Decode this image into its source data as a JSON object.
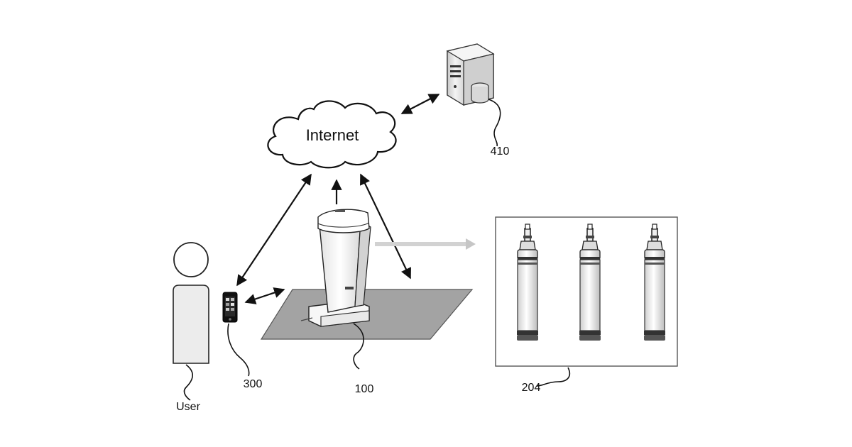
{
  "labels": {
    "cloud": "Internet",
    "server_ref": "410",
    "phone_ref": "300",
    "device_ref": "100",
    "sensors_ref": "204",
    "user": "User"
  },
  "icons": {
    "cloud": "cloud-icon",
    "server": "server-icon",
    "user": "person-icon",
    "phone": "smartphone-icon",
    "device": "appliance-icon",
    "platform": "platform-icon",
    "sensor": "sensor-probe-icon"
  },
  "colors": {
    "line": "#111111",
    "platform": "#9a9a9a",
    "user_fill": "#ededed",
    "panel_border": "#555555",
    "transfer_arrow": "#cfcfcf"
  }
}
